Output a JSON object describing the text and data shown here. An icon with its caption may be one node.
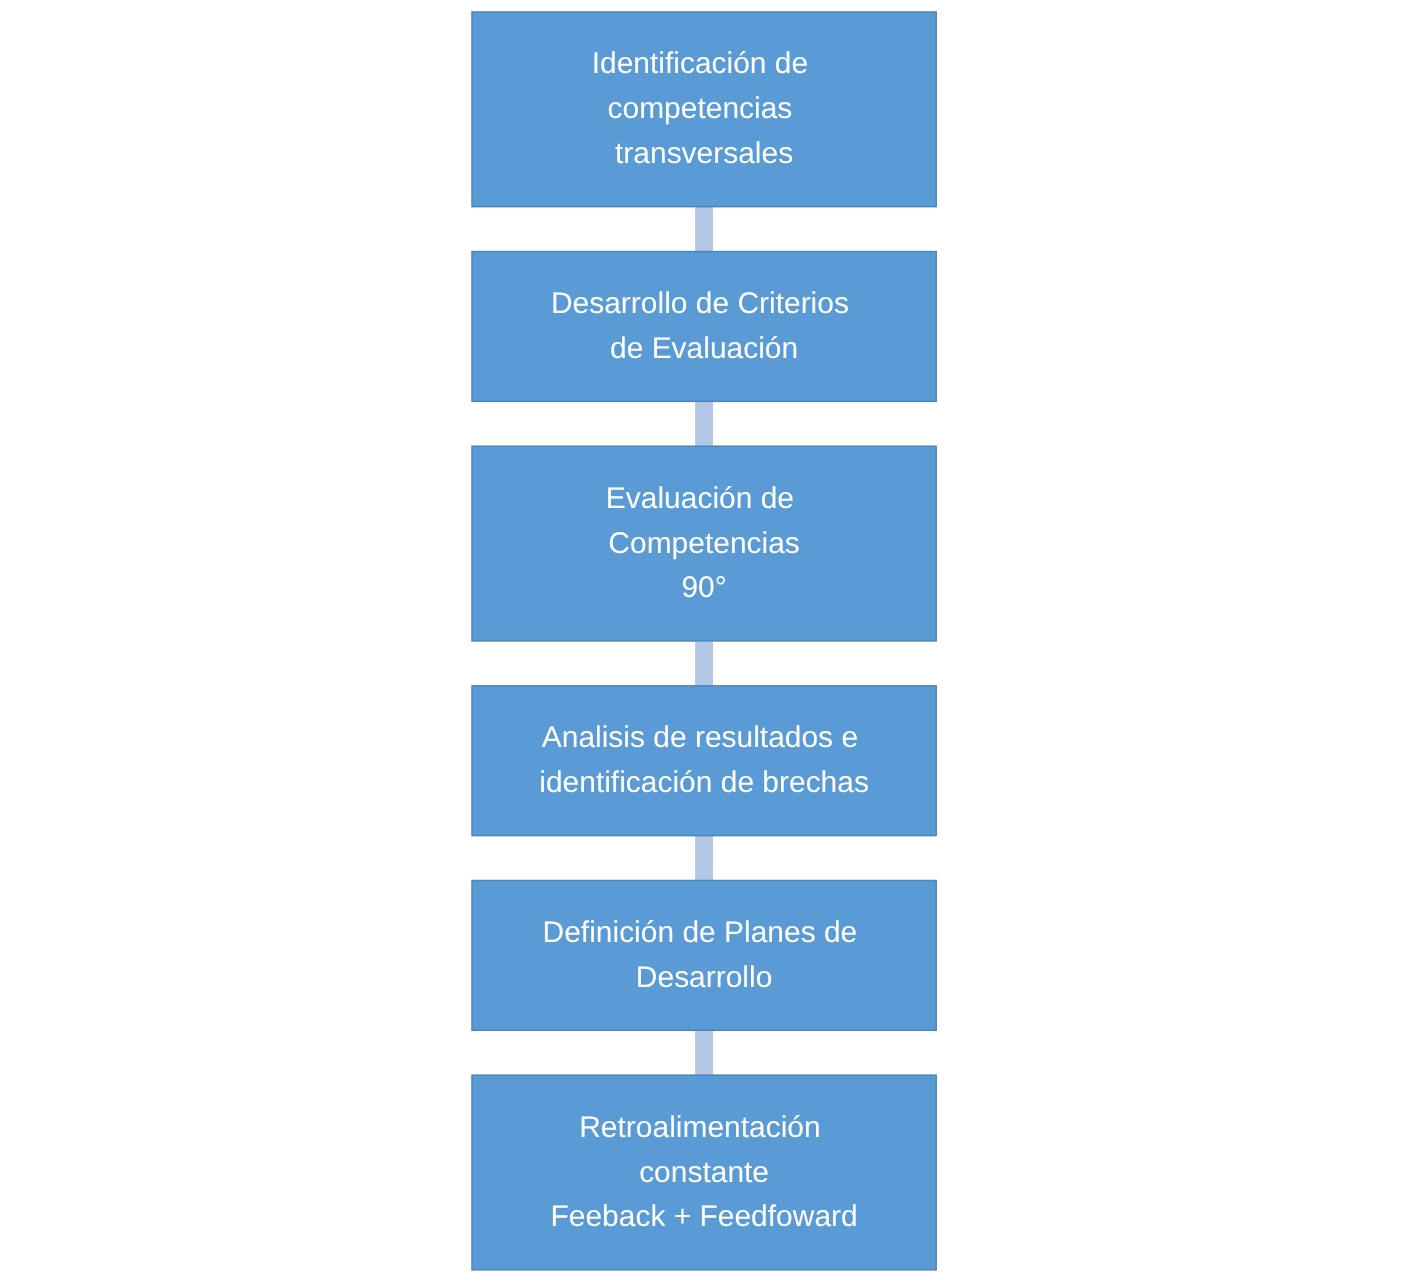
{
  "diagram": {
    "nodes": [
      {
        "text": [
          "Identificación de competencias transversales"
        ]
      },
      {
        "text": [
          "Desarrollo de Criterios de Evaluación"
        ]
      },
      {
        "text": [
          "Evaluación de Competencias",
          "90°"
        ]
      },
      {
        "text": [
          "Analisis de resultados e identificación de brechas"
        ]
      },
      {
        "text": [
          "Definición de Planes de Desarrollo"
        ]
      },
      {
        "text": [
          "Retroalimentación constante",
          "Feeback + Feedfoward"
        ]
      }
    ],
    "edges": [
      {
        "from": 0,
        "to": 1,
        "arrow": "none"
      },
      {
        "from": 1,
        "to": 2,
        "arrow": "none"
      },
      {
        "from": 2,
        "to": 3,
        "arrow": "none"
      },
      {
        "from": 3,
        "to": 4,
        "arrow": "none"
      },
      {
        "from": 4,
        "to": 5,
        "arrow": "none"
      }
    ]
  }
}
